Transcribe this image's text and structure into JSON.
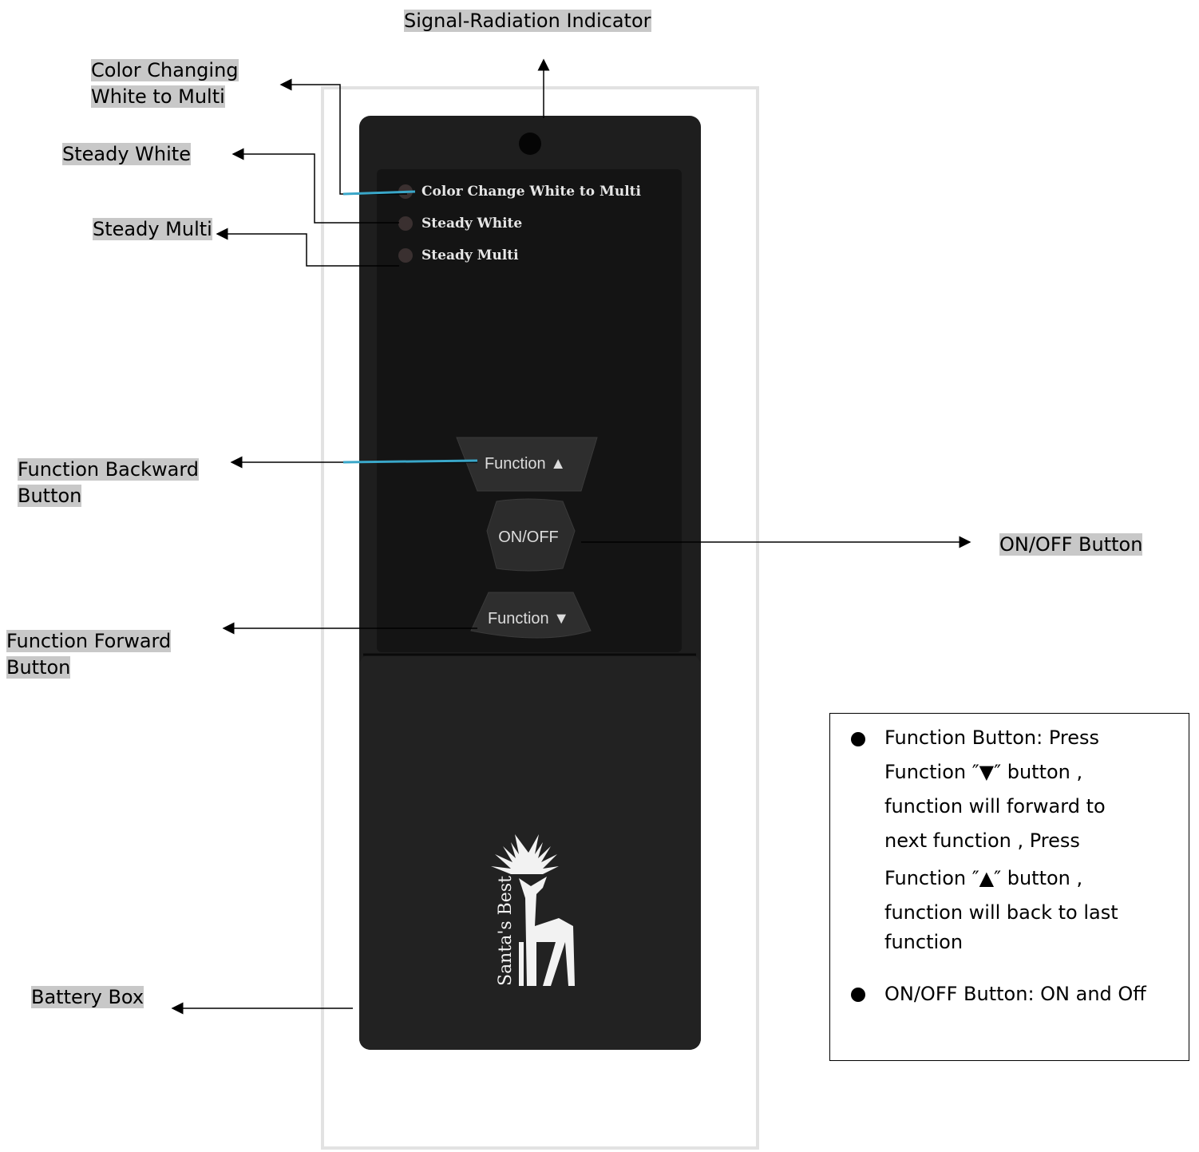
{
  "labels": {
    "signal": "Signal-Radiation Indicator",
    "color_changing_1": "Color Changing",
    "color_changing_2": "White to Multi",
    "steady_white": "Steady White",
    "steady_multi": "Steady Multi",
    "function_backward_1": "Function Backward",
    "function_backward_2": "Button",
    "function_forward_1": "Function Forward",
    "function_forward_2": "Button",
    "on_off_button": "ON/OFF Button",
    "battery_box": "Battery Box"
  },
  "device": {
    "led_1": "Color Change White to Multi",
    "led_2": "Steady White",
    "led_3": "Steady Multi",
    "function_up": "Function ▲",
    "on_off": "ON/OFF",
    "function_down": "Function ▼",
    "logo_text": "Santa's Best"
  },
  "notes": {
    "item1_line1": "Function Button: Press",
    "item1_line2": "Function ″▼″ button ,",
    "item1_line3": "function will forward to",
    "item1_line4": "next function , Press",
    "item1_line5": "Function ″▲″ button ,",
    "item1_line6": "function will back to last",
    "item1_line7": "function",
    "item2": "ON/OFF Button: ON and Off"
  },
  "colors": {
    "device_body": "#1e1e1e",
    "panel": "#141414",
    "label_highlight": "#c8c8c8",
    "leader_blue": "#3aa7c9"
  }
}
